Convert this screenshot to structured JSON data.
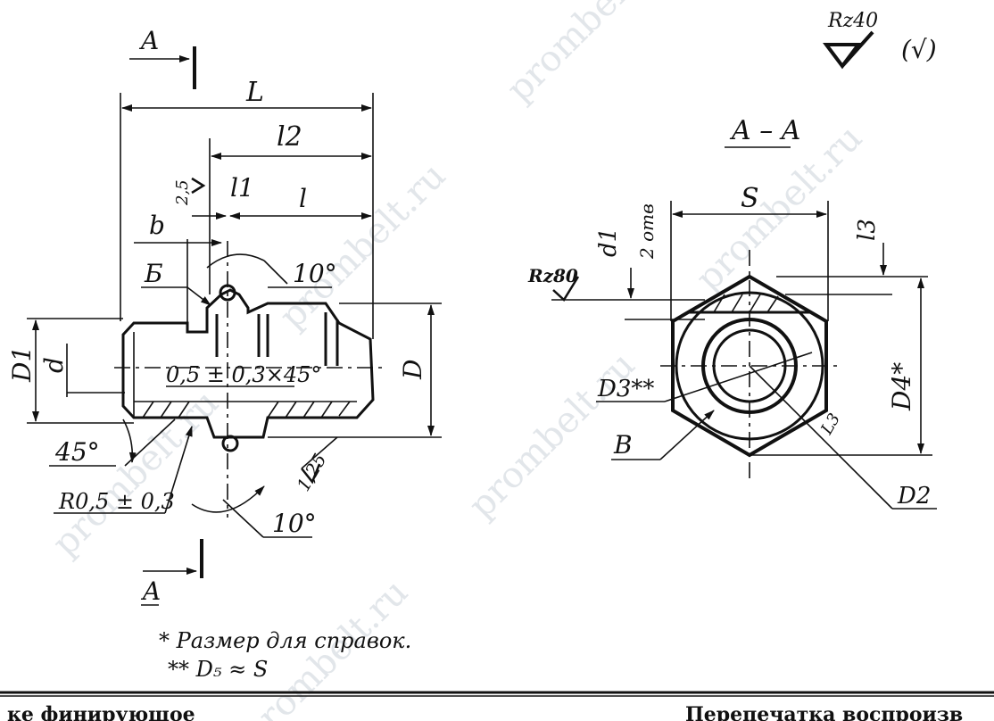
{
  "section_marks": {
    "top": "A",
    "bottom": "A"
  },
  "section_title": "A – A",
  "roughness": {
    "general": "Rz40",
    "general_paren": "(√)",
    "face": "Rz80",
    "pad": "2,5"
  },
  "dimensions": {
    "L": "L",
    "l2": "l2",
    "l1": "l1",
    "l": "l",
    "b": "b",
    "angle_top": "10°",
    "angle_bottom": "10°",
    "chamfer": "0,5 ± 0,3×45°",
    "angle_45": "45°",
    "radius": "R0,5 ± 0,3",
    "thread_pitch": "1,25",
    "D1": "D1",
    "d": "d",
    "D": "D",
    "B_top": "Б",
    "S": "S",
    "d1": "d1",
    "d1_note": "2 отв",
    "l3": "l3",
    "D3": "D3**",
    "D4": "D4*",
    "D2": "D2",
    "B": "B",
    "L3_angle": "L3"
  },
  "notes": {
    "ref": "*  Размер для справок.",
    "d5": "**  D₅ ≈ S"
  },
  "footer": {
    "left": "ке финирующое",
    "right": "Перепечатка воспроизв"
  },
  "watermark": "prombelt.ru"
}
